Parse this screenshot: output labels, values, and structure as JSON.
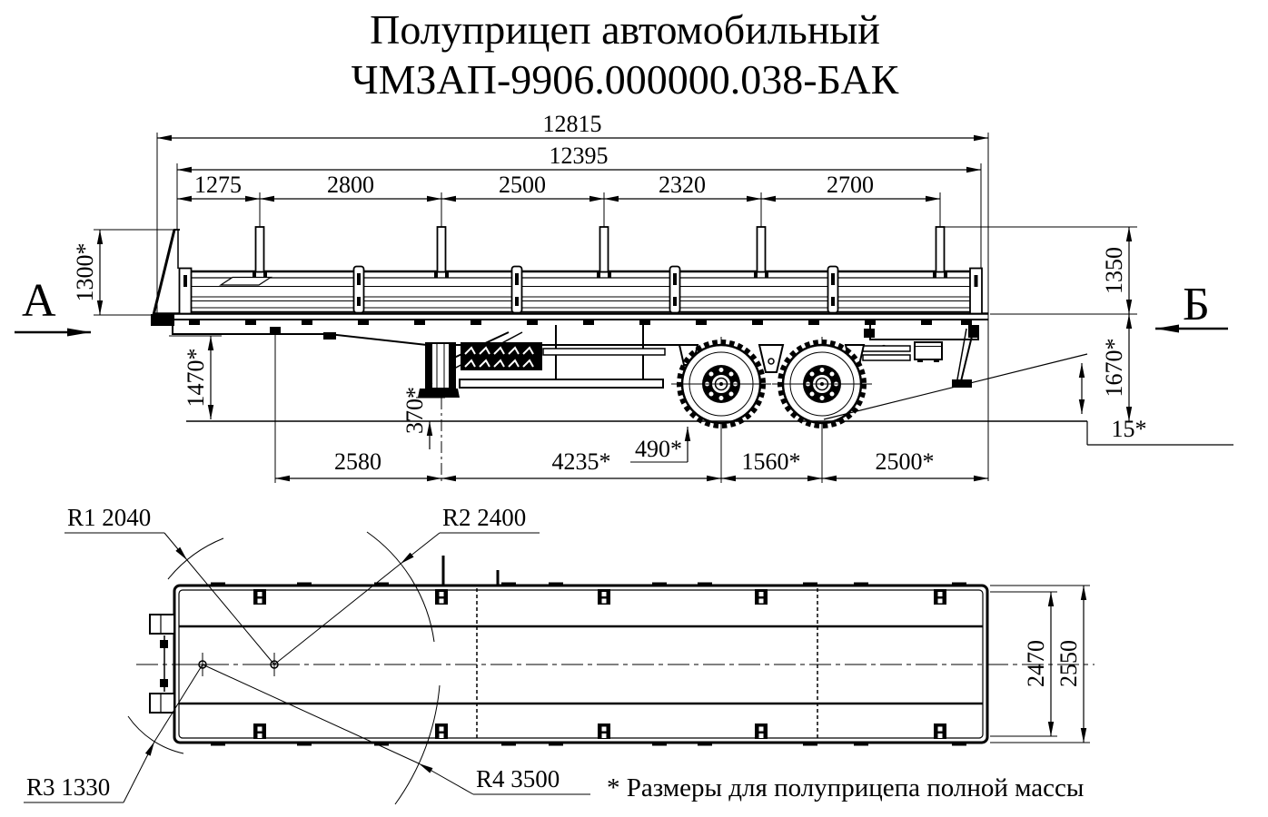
{
  "title": {
    "line1": "Полуприцеп автомобильный",
    "line2": "ЧМЗАП-9906.000000.038-БАК"
  },
  "footnote": "* Размеры для полуприцепа полной массы",
  "section_views": {
    "left_label": "А",
    "right_label": "Б"
  },
  "dimensions": {
    "overall_length": "12815",
    "platform_length": "12395",
    "front_to_post1": "1275",
    "post1_to_post2": "2800",
    "post2_to_post3": "2500",
    "post3_to_post4": "2320",
    "post4_to_post5": "2700",
    "front_board_height": "1300*",
    "front_frame_height": "1470*",
    "rear_board_height": "1350",
    "rear_frame_height": "1670*",
    "support_clearance": "370*",
    "kingpin_to_supports": "2580",
    "supports_to_axle1": "4235*",
    "bracket_to_axle1": "490*",
    "axle_spacing": "1560*",
    "rear_overhang": "2500*",
    "departure_angle": "15*",
    "platform_width_inner": "2470",
    "platform_width_outer": "2550",
    "radius1": "R1 2040",
    "radius2": "R2 2400",
    "radius3": "R3 1330",
    "radius4": "R4 3500"
  },
  "colors": {
    "ink": "#000000",
    "background": "#ffffff"
  }
}
